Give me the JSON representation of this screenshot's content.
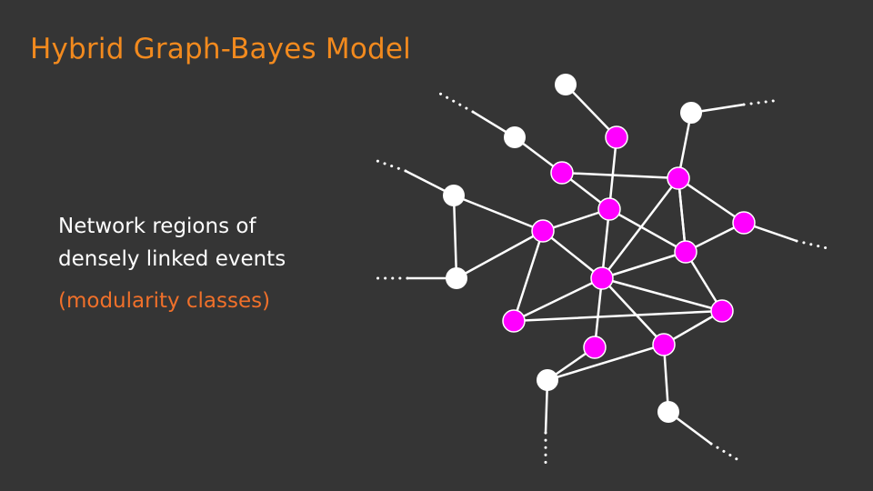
{
  "slide": {
    "title": "Hybrid Graph-Bayes Model",
    "body_line1": "Network regions of",
    "body_line2": "densely linked events",
    "subtitle": "(modularity classes)"
  },
  "colors": {
    "background": "#353535",
    "title": "#f28a1e",
    "subtitle": "#f0702a",
    "module_node": "#ff00ff",
    "outer_node": "#ffffff",
    "edge": "#ffffff"
  },
  "graph": {
    "nodes": [
      {
        "id": "w1",
        "kind": "outer"
      },
      {
        "id": "w2",
        "kind": "outer"
      },
      {
        "id": "w3",
        "kind": "outer"
      },
      {
        "id": "w4",
        "kind": "outer"
      },
      {
        "id": "w5",
        "kind": "outer"
      },
      {
        "id": "w6",
        "kind": "outer"
      },
      {
        "id": "w7",
        "kind": "outer"
      },
      {
        "id": "m1",
        "kind": "module"
      },
      {
        "id": "m2",
        "kind": "module"
      },
      {
        "id": "m3",
        "kind": "module"
      },
      {
        "id": "m4",
        "kind": "module"
      },
      {
        "id": "m5",
        "kind": "module"
      },
      {
        "id": "m6",
        "kind": "module"
      },
      {
        "id": "m7",
        "kind": "module"
      },
      {
        "id": "m8",
        "kind": "module"
      },
      {
        "id": "m9",
        "kind": "module"
      },
      {
        "id": "m10",
        "kind": "module"
      },
      {
        "id": "m11",
        "kind": "module"
      },
      {
        "id": "m12",
        "kind": "module"
      }
    ],
    "edges": [
      [
        "w1",
        "m1"
      ],
      [
        "m1",
        "m5"
      ],
      [
        "w2",
        "m2"
      ],
      [
        "m2",
        "m5"
      ],
      [
        "m2",
        "m3"
      ],
      [
        "w3",
        "m3"
      ],
      [
        "m3",
        "m7"
      ],
      [
        "m3",
        "m4"
      ],
      [
        "m3",
        "m9"
      ],
      [
        "m3",
        "m8"
      ],
      [
        "w4",
        "m6"
      ],
      [
        "w4",
        "w5"
      ],
      [
        "w5",
        "m6"
      ],
      [
        "m6",
        "m5"
      ],
      [
        "m6",
        "m8"
      ],
      [
        "m6",
        "m10"
      ],
      [
        "m5",
        "m8"
      ],
      [
        "m5",
        "m9"
      ],
      [
        "m4",
        "m9"
      ],
      [
        "m9",
        "m8"
      ],
      [
        "m9",
        "m12"
      ],
      [
        "m8",
        "m10"
      ],
      [
        "m8",
        "m11"
      ],
      [
        "m8",
        "m12"
      ],
      [
        "m10",
        "m12"
      ],
      [
        "m12",
        "m11"
      ],
      [
        "m11",
        "w6"
      ],
      [
        "m11",
        "w7"
      ]
    ]
  }
}
